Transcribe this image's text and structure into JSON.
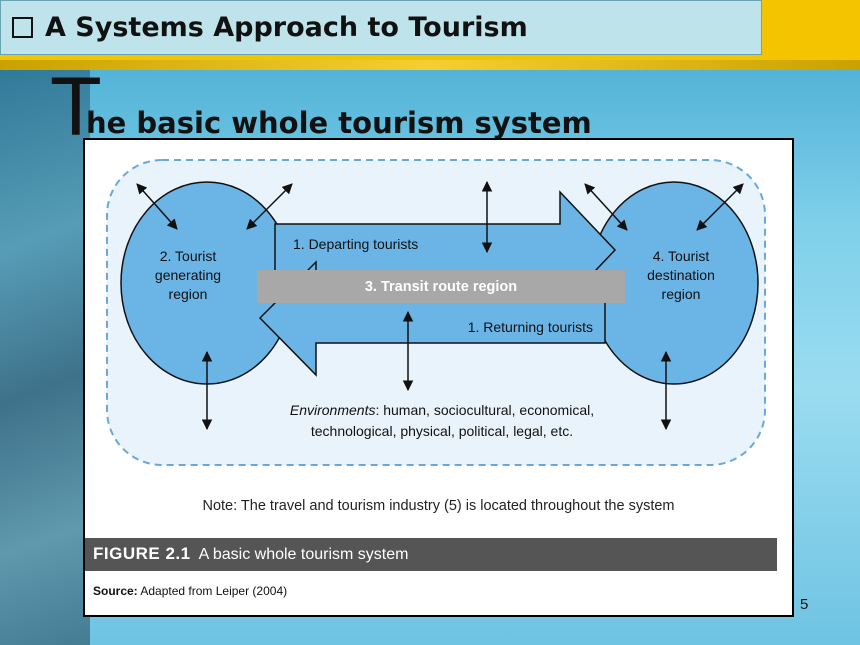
{
  "slide": {
    "title": "A Systems Approach to Tourism",
    "big_letter": "T",
    "subtitle": "he basic whole tourism system",
    "page_number": "5"
  },
  "diagram": {
    "generating_region": [
      "2. Tourist",
      "generating",
      "region"
    ],
    "destination_region": [
      "4. Tourist",
      "destination",
      "region"
    ],
    "departing": "1. Departing tourists",
    "returning": "1. Returning tourists",
    "transit": "3. Transit route region",
    "env_italic": "Environments",
    "env_line1_rest": ": human, sociocultural, economical,",
    "env_line2": "technological, physical, political, legal, etc.",
    "note": "Note: The travel and tourism industry (5) is located throughout the system"
  },
  "caption": {
    "figure_label": "FIGURE 2.1",
    "figure_text": "A basic whole tourism system",
    "source_label": "Source:",
    "source_text": "Adapted from Leiper (2004)"
  },
  "colors": {
    "region_fill": "#6ab4e6",
    "env_fill": "#e9f3fb",
    "transit_bar": "#a8a8a8",
    "top_bar": "#f5c400"
  }
}
